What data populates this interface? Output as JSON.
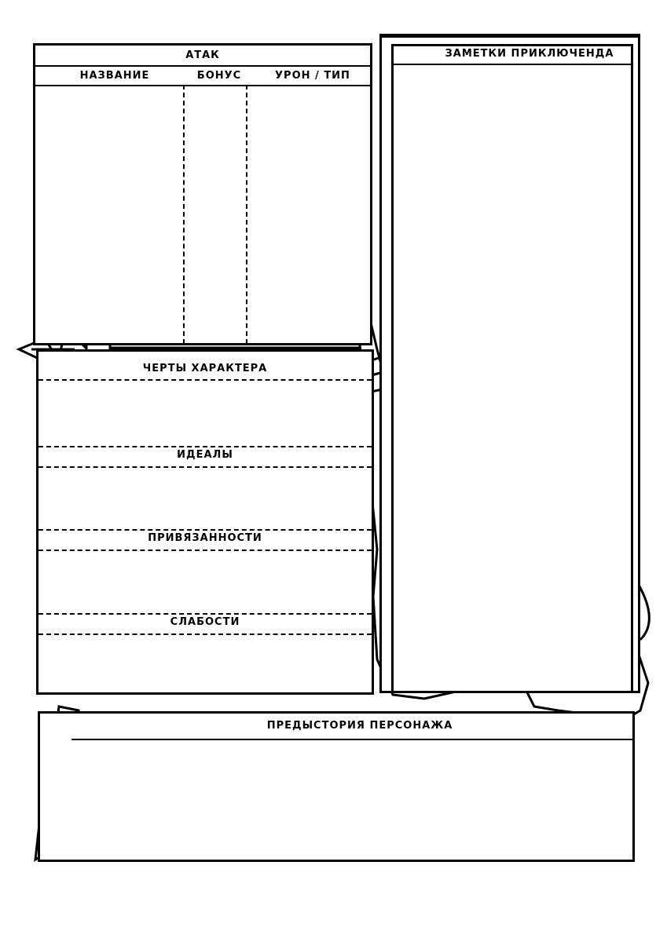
{
  "sheet": {
    "attacks": {
      "title": "АТАК",
      "columns": [
        "НАЗВАНИЕ",
        "БОНУС",
        "УРОН / ТИП"
      ]
    },
    "notes_title": "ЗАМЕТКИ ПРИКЛЮЧЕНДА",
    "traits": [
      {
        "label": "ЧЕРТЫ ХАРАКТЕРА"
      },
      {
        "label": "ИДЕАЛЫ"
      },
      {
        "label": "ПРИВЯЗАННОСТИ"
      },
      {
        "label": "СЛАБОСТИ"
      }
    ],
    "backstory_title": "ПРЕДЫСТОРИЯ ПЕРСОНАЖА"
  }
}
